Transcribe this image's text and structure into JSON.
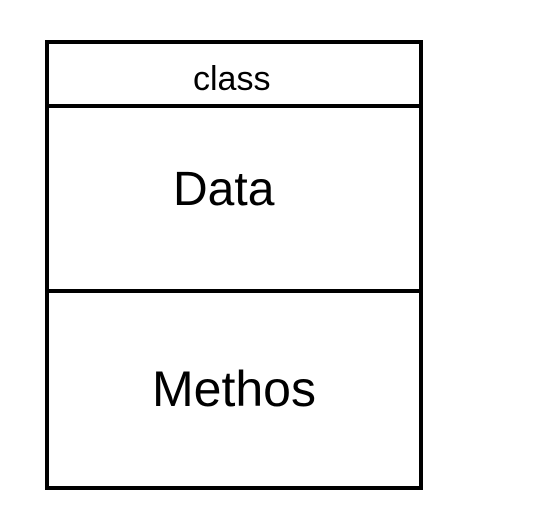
{
  "diagram": {
    "class_box": {
      "title": "class",
      "data_section": "Data",
      "methods_section": "Methos"
    },
    "colors": {
      "background": "#ffffff",
      "stroke": "#000000",
      "text": "#000000"
    }
  }
}
